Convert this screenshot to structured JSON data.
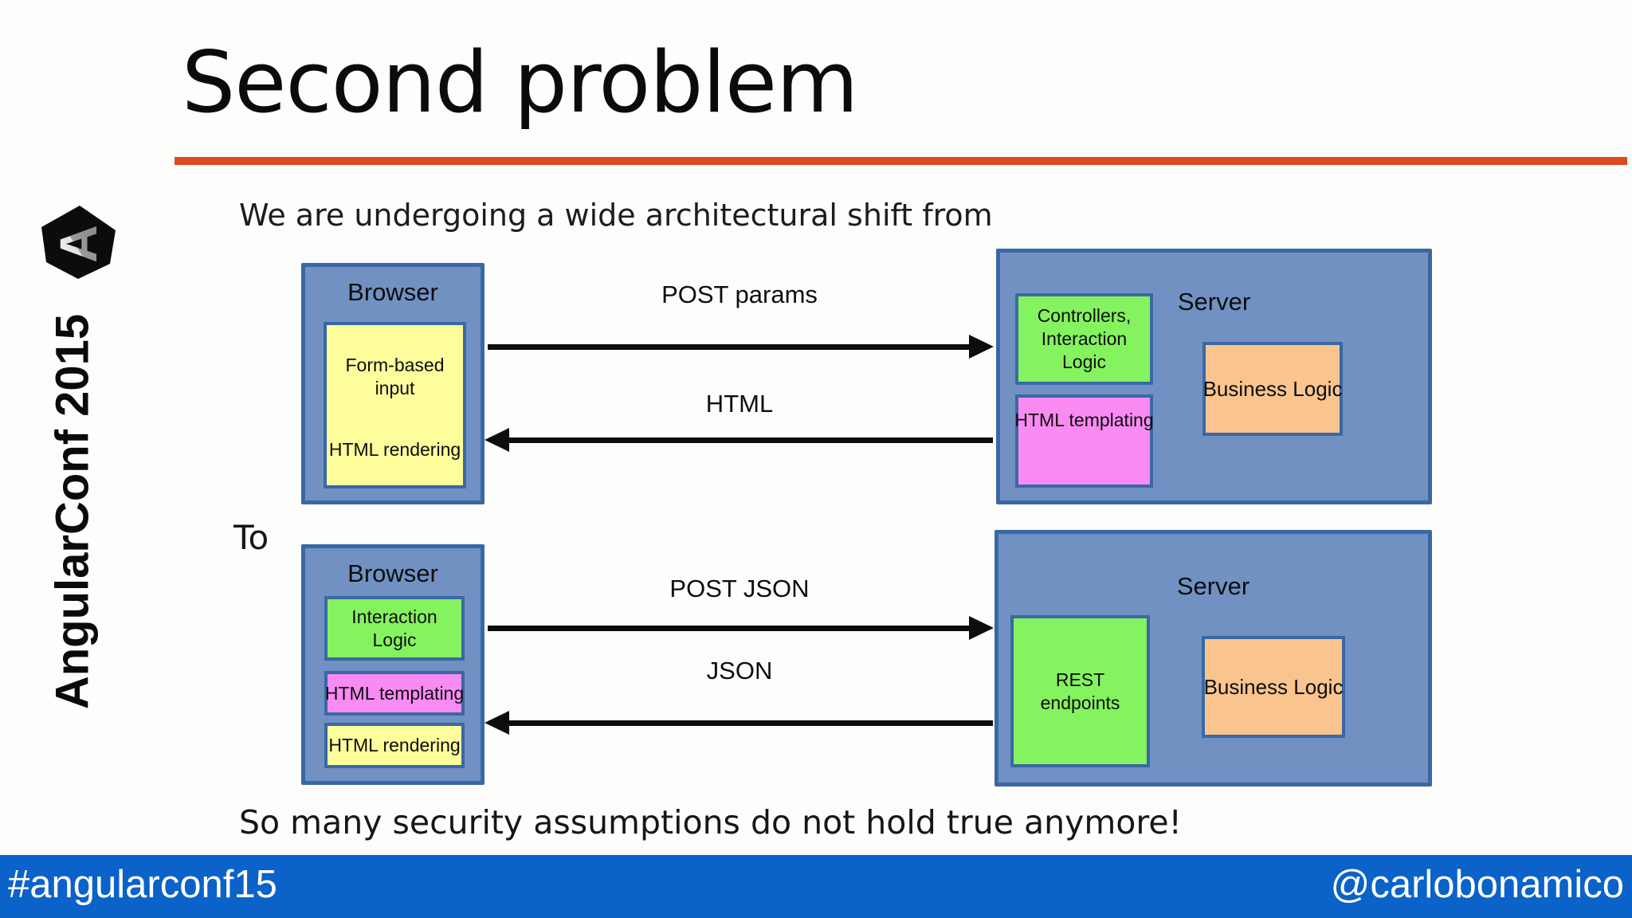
{
  "slide": {
    "title": "Second problem",
    "subtitle": "We are undergoing a wide architectural shift from",
    "transition_label": "To",
    "conclusion": "So many security assumptions do not hold true anymore!"
  },
  "sidebar": {
    "logo_letter": "A",
    "conference": "AngularConf 2015"
  },
  "diagram_from": {
    "browser": {
      "title": "Browser",
      "form_input": "Form-based input",
      "html_rendering": "HTML rendering"
    },
    "server": {
      "title": "Server",
      "controllers": "Controllers, Interaction Logic",
      "html_templating": "HTML templating",
      "business_logic": "Business Logic"
    },
    "request_label": "POST params",
    "response_label": "HTML"
  },
  "diagram_to": {
    "browser": {
      "title": "Browser",
      "interaction_logic": "Interaction Logic",
      "html_templating": "HTML templating",
      "html_rendering": "HTML rendering"
    },
    "server": {
      "title": "Server",
      "rest_endpoints": "REST endpoints",
      "business_logic": "Business Logic"
    },
    "request_label": "POST JSON",
    "response_label": "JSON"
  },
  "footer": {
    "hashtag": "#angularconf15",
    "handle": "@carlobonamico"
  },
  "colors": {
    "accent_rule": "#DC4A1E",
    "footer_bg": "#0B62C8",
    "box_fill": "#7191C3",
    "box_border": "#3A68A5",
    "component_yellow": "#FDFD9C",
    "component_green": "#85F25F",
    "component_pink": "#F98BF2",
    "component_orange": "#F9C48E"
  }
}
